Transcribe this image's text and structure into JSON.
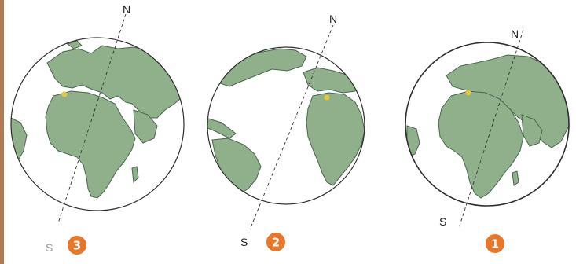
{
  "globes": [
    {
      "north_label": "N",
      "south_label": "S",
      "badge_number": "3"
    },
    {
      "north_label": "N",
      "south_label": "S",
      "badge_number": "2"
    },
    {
      "north_label": "N",
      "south_label": "S",
      "badge_number": "1"
    }
  ],
  "colors": {
    "land": "#8fb08a",
    "land_stroke": "#4c6650",
    "ocean": "#ffffff",
    "globe_outline": "#2e2e2e",
    "axis": "#333333",
    "badge": "#e8772a",
    "marker": "#e8c63a",
    "edge_strip": "#b07a52"
  }
}
